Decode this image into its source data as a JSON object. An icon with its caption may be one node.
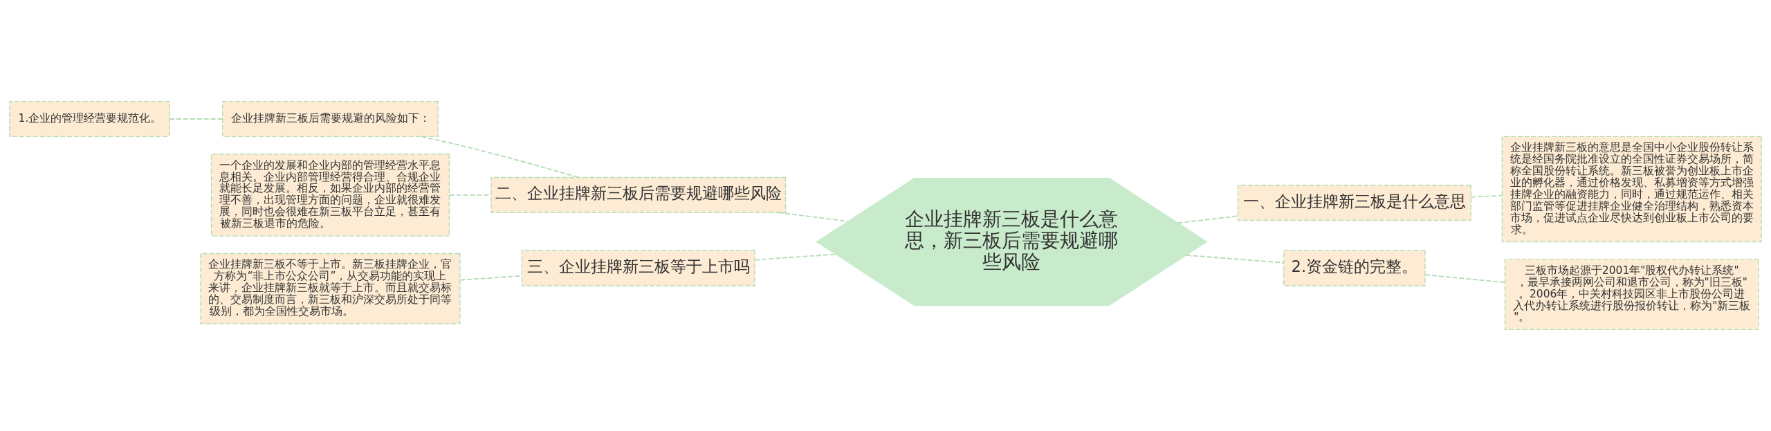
{
  "diagram": {
    "nodes": [
      {
        "text": [
          "企业挂牌新三板是什么意思，新三板后需要规避哪些风险"
        ]
      },
      {
        "text": [
          "一、企业挂牌新三板是什么意思"
        ]
      },
      {
        "text": [
          "企业挂牌新三板的意思是全国中小企业股份转让系统是经国务院批准设立的全国性证券交易场所，简称全国股份转让系统。新三板被誉为创业板上市企业的孵化器，通过价格发现、私募增资等方式增强挂牌企业的融资能力，同时，通过规范运作、相关部门监管等促进挂牌企业健全治理结构，熟悉资本市场，促进试点企业尽快达到创业板上市公司的要求。"
        ]
      },
      {
        "text": [
          "2.资金链的完整。"
        ]
      },
      {
        "text": [
          "三板市场起源于2001年\"股权代办转让系统\"，最早承接两网公司和退市公司，称为\"旧三板\"。2006年，中关村科技园区非上市股份公司进入代办转让系统进行股份报价转让，称为\"新三板\"。"
        ]
      },
      {
        "text": [
          "二、企业挂牌新三板后需要规避哪些风险"
        ]
      },
      {
        "text": [
          "企业挂牌新三板后需要规避的风险如下："
        ]
      },
      {
        "text": [
          "1.企业的管理经营要规范化。"
        ]
      },
      {
        "text": [
          "一个企业的发展和企业内部的管理经营水平息息相关。企业内部管理经营得合理、合规企业就能长足发展。相反，如果企业内部的经营管理不善，出现管理方面的问题，企业就很难发展，同时也会很难在新三板平台立足，甚至有被新三板退市的危险。"
        ]
      },
      {
        "text": [
          "三、企业挂牌新三板等于上市吗"
        ]
      },
      {
        "text": [
          "企业挂牌新三板不等于上市。新三板挂牌企业，官方称为“非上市公众公司”，从交易功能的实现上来讲，企业挂牌新三板就等于上市。而且就交易标的、交易制度而言，新三板和沪深交易所处于同等级别，都为全国性交易市场。"
        ]
      }
    ],
    "edges": [
      {
        "from": 0,
        "to": 1,
        "arrow": "none"
      },
      {
        "from": 1,
        "to": 2,
        "arrow": "none"
      },
      {
        "from": 0,
        "to": 3,
        "arrow": "none"
      },
      {
        "from": 3,
        "to": 4,
        "arrow": "none"
      },
      {
        "from": 0,
        "to": 5,
        "arrow": "none"
      },
      {
        "from": 5,
        "to": 6,
        "arrow": "none"
      },
      {
        "from": 6,
        "to": 7,
        "arrow": "none"
      },
      {
        "from": 5,
        "to": 8,
        "arrow": "none"
      },
      {
        "from": 0,
        "to": 9,
        "arrow": "none"
      },
      {
        "from": 9,
        "to": 10,
        "arrow": "none"
      }
    ]
  }
}
